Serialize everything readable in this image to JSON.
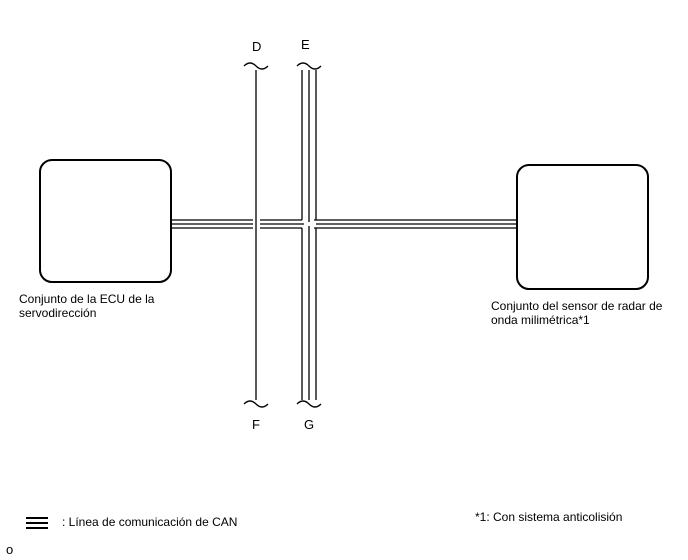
{
  "diagram": {
    "buses": {
      "thin_top": "D",
      "thin_bottom": "F",
      "thick_top": "E",
      "thick_bottom": "G"
    },
    "components": {
      "left": {
        "line1": "Conjunto de la ECU de la",
        "line2": "servodirección"
      },
      "right": {
        "line1": "Conjunto del sensor de radar de",
        "line2": "onda milimétrica*1"
      }
    },
    "legend": {
      "text": ": Línea de comunicación de CAN"
    },
    "footnote": "*1: Con sistema anticolisión",
    "corner_mark": "o"
  }
}
